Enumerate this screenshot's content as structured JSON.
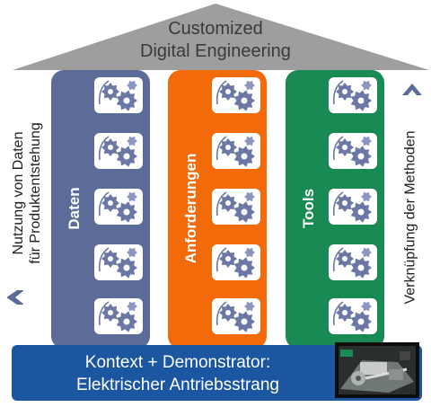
{
  "roof": {
    "line1": "Customized",
    "line2": "Digital Engineering",
    "color": "#9e9e9e"
  },
  "pillars": [
    {
      "label": "Daten",
      "color": "#5b6c98"
    },
    {
      "label": "Anforderungen",
      "color": "#f26a0a"
    },
    {
      "label": "Tools",
      "color": "#1a8a55"
    }
  ],
  "left_side": {
    "line1": "Nutzung von Daten",
    "line2": "für Produktentstehung"
  },
  "right_side": {
    "text": "Verknüpfung der Methoden"
  },
  "base": {
    "line1": "Kontext + Demonstrator:",
    "line2": "Elektrischer Antriebsstrang",
    "color": "#1d56a0"
  },
  "icons": {
    "gear_icon": "gears-icon",
    "chevron_color": "#5b6c98"
  }
}
